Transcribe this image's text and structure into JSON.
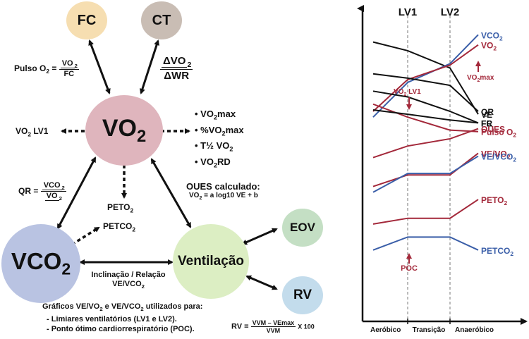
{
  "left_diagram": {
    "nodes": {
      "fc": "FC",
      "ct": "CT",
      "vo2_main": "VO",
      "vo2_main_sub": "2",
      "vco2_main": "VCO",
      "vco2_main_sub": "2",
      "ventilacao": "Ventilação",
      "eov": "EOV",
      "rv": "RV"
    },
    "colors": {
      "fc": "#f6deb1",
      "ct": "#c9bdb4",
      "vo2": "#dfb5bd",
      "vco2": "#b9c3e2",
      "ventilacao": "#dceec3",
      "eov": "#c4dfc4",
      "rv": "#c3dcec"
    },
    "pulso": {
      "label": "Pulso O",
      "sub": "2",
      "eq": " =",
      "num": "VO",
      "num_sub": "2",
      "den": "FC"
    },
    "ct_formula": {
      "num": "ΔVO",
      "num_sub": "2",
      "den": "ΔWR"
    },
    "vo2_lv1": {
      "label": "VO",
      "sub": "2",
      "rest": " LV1"
    },
    "indices": [
      {
        "t": "VO",
        "s": "2",
        "r": "max"
      },
      {
        "t": "%VO",
        "s": "2",
        "r": "max"
      },
      {
        "t": "T½ VO",
        "s": "2",
        "r": ""
      },
      {
        "t": "VO",
        "s": "2",
        "r": "RD"
      }
    ],
    "qr": {
      "label": "QR =",
      "num": "VCO",
      "num_sub": "2",
      "den": "VO",
      "den_sub": "2"
    },
    "peto2": {
      "label": "PETO",
      "sub": "2"
    },
    "petco2": {
      "label": "PETCO",
      "sub": "2"
    },
    "oues": {
      "title": "OUES calculado:",
      "formula": "VO",
      "formula_sub": "2",
      "formula_rest": " = a log10 VE + b"
    },
    "inclinacao": {
      "line1": "Inclinação / Relação",
      "line2": "VE/VCO",
      "line2_sub": "2"
    },
    "graficos": {
      "line1": "Gráficos VE/VO",
      "line1_sub": "2",
      "line1_mid": " e VE/VCO",
      "line1_sub2": "2",
      "line1_end": " utilizados para:",
      "b1": "- Limiares ventilatórios (LV1 e LV2).",
      "b2": "- Ponto ótimo cardiorrespiratório (POC)."
    },
    "rv_formula": {
      "label": "RV =",
      "num": "VVM – VEmax",
      "den": "VVM",
      "rest": "X 100"
    }
  },
  "chart_data": {
    "type": "line",
    "title": "",
    "thresholds": [
      "LV1",
      "LV2"
    ],
    "x_phases": [
      "Aeróbico",
      "Transição",
      "Anaeróbico"
    ],
    "x": [
      0,
      1,
      2,
      3
    ],
    "colors": {
      "black": "#111111",
      "blue": "#3a5ea8",
      "red": "#a3283a"
    },
    "series": [
      {
        "name": "VE",
        "color": "black",
        "values": [
          88,
          82,
          70,
          38
        ]
      },
      {
        "name": "VCO",
        "sub": "2",
        "color": "blue",
        "values": [
          36,
          60,
          73,
          93
        ]
      },
      {
        "name": "VO",
        "sub": "2",
        "color": "red",
        "values": [
          40,
          62,
          72,
          86
        ]
      },
      {
        "name": "QR",
        "color": "black",
        "values": [
          66,
          63,
          58,
          40
        ]
      },
      {
        "name": "FC",
        "color": "black",
        "values": [
          54,
          50,
          40,
          32
        ]
      },
      {
        "name": "Pulso O",
        "sub": "2",
        "color": "red",
        "values": [
          45,
          36,
          27,
          26
        ]
      },
      {
        "name": "FR",
        "color": "black",
        "values": [
          41,
          38,
          34,
          32
        ]
      },
      {
        "name": "OUES",
        "color": "red",
        "values": [
          8,
          16,
          21,
          28
        ]
      },
      {
        "name": "VE/VO",
        "sub": "2",
        "color": "red",
        "values": [
          -12,
          -4,
          -4,
          11
        ]
      },
      {
        "name": "VE/VCO",
        "sub": "2",
        "color": "blue",
        "values": [
          -16,
          -3,
          -3,
          9
        ]
      },
      {
        "name": "PETO",
        "sub": "2",
        "color": "red",
        "values": [
          -38,
          -34,
          -34,
          -21
        ]
      },
      {
        "name": "PETCO",
        "sub": "2",
        "color": "blue",
        "values": [
          -56,
          -47,
          -47,
          -56
        ]
      }
    ],
    "annotations": [
      {
        "text": "VO",
        "sub": "2",
        "rest": " LV1",
        "color": "red"
      },
      {
        "text": "VO",
        "sub": "2",
        "rest": "max",
        "color": "red"
      },
      {
        "text": "POC",
        "sub": "",
        "rest": "",
        "color": "red"
      }
    ]
  }
}
